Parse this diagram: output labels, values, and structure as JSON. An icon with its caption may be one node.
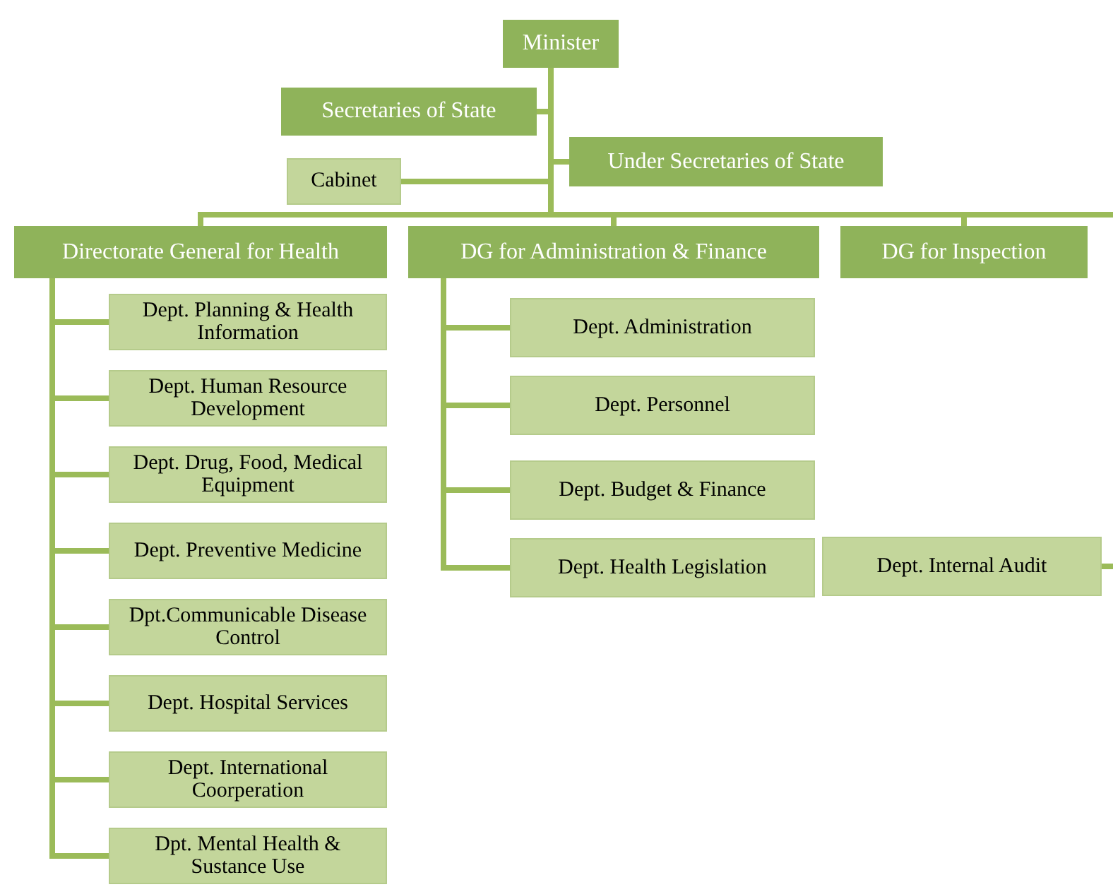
{
  "diagram": {
    "nodes": [
      {
        "text": [
          "Minister"
        ]
      },
      {
        "text": [
          "Secretaries of State"
        ]
      },
      {
        "text": [
          "Under Secretaries of State"
        ]
      },
      {
        "text": [
          "Cabinet"
        ]
      },
      {
        "text": [
          "Directorate General for Health"
        ]
      },
      {
        "text": [
          "DG for Administration & Finance"
        ]
      },
      {
        "text": [
          "DG for Inspection"
        ]
      },
      {
        "text": [
          "Dept. Planning & Health Information"
        ]
      },
      {
        "text": [
          "Dept. Human Resource Development"
        ]
      },
      {
        "text": [
          "Dept. Drug, Food, Medical Equipment"
        ]
      },
      {
        "text": [
          "Dept. Preventive Medicine"
        ]
      },
      {
        "text": [
          "Dpt.Communicable Disease Control"
        ]
      },
      {
        "text": [
          "Dept. Hospital Services"
        ]
      },
      {
        "text": [
          "Dept. International Coorperation"
        ]
      },
      {
        "text": [
          "Dpt. Mental Health & Sustance Use"
        ]
      },
      {
        "text": [
          "Dept. Administration"
        ]
      },
      {
        "text": [
          "Dept. Personnel"
        ]
      },
      {
        "text": [
          "Dept. Budget & Finance"
        ]
      },
      {
        "text": [
          "Dept. Health Legislation"
        ]
      },
      {
        "text": [
          "Dept. Internal Audit"
        ]
      }
    ],
    "edges": [
      {
        "from": 0,
        "to": 1,
        "arrow": "none"
      },
      {
        "from": 0,
        "to": 2,
        "arrow": "none"
      },
      {
        "from": 0,
        "to": 3,
        "arrow": "none"
      },
      {
        "from": 0,
        "to": 4,
        "arrow": "none"
      },
      {
        "from": 0,
        "to": 5,
        "arrow": "none"
      },
      {
        "from": 0,
        "to": 6,
        "arrow": "none"
      },
      {
        "from": 0,
        "to": null,
        "arrow": "none"
      },
      {
        "from": 4,
        "to": 7,
        "arrow": "none"
      },
      {
        "from": 4,
        "to": 8,
        "arrow": "none"
      },
      {
        "from": 4,
        "to": 9,
        "arrow": "none"
      },
      {
        "from": 4,
        "to": 10,
        "arrow": "none"
      },
      {
        "from": 4,
        "to": 11,
        "arrow": "none"
      },
      {
        "from": 4,
        "to": 12,
        "arrow": "none"
      },
      {
        "from": 4,
        "to": 13,
        "arrow": "none"
      },
      {
        "from": 4,
        "to": 14,
        "arrow": "none"
      },
      {
        "from": 5,
        "to": 15,
        "arrow": "none"
      },
      {
        "from": 5,
        "to": 16,
        "arrow": "none"
      },
      {
        "from": 5,
        "to": 17,
        "arrow": "none"
      },
      {
        "from": 5,
        "to": 18,
        "arrow": "none"
      },
      {
        "from": 19,
        "to": null,
        "arrow": "none"
      }
    ]
  }
}
